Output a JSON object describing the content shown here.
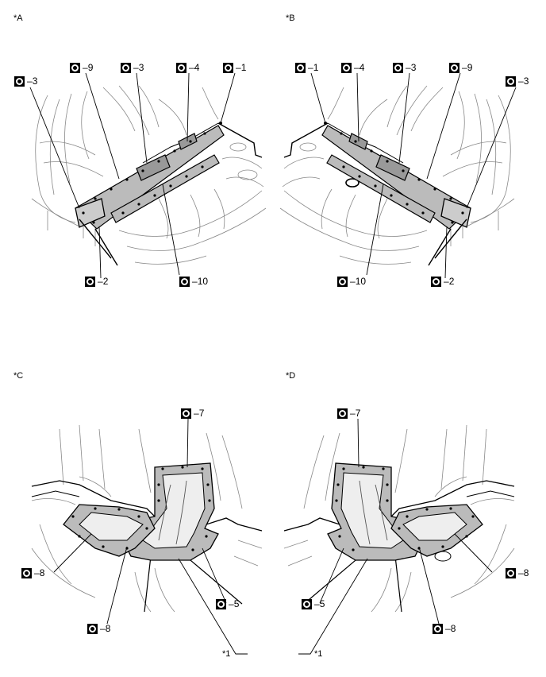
{
  "panels": [
    "*A",
    "*B",
    "*C",
    "*D"
  ],
  "callouts": {
    "a1": "1",
    "a2": "2",
    "a3_left": "3",
    "a3_top": "3",
    "a4": "4",
    "a9": "9",
    "a10": "10",
    "b1": "1",
    "b2": "2",
    "b3_right": "3",
    "b3_top": "3",
    "b4": "4",
    "b9": "9",
    "b10": "10",
    "c5": "5",
    "c7": "7",
    "c8_left": "8",
    "c8_bottom": "8",
    "d5": "5",
    "d7": "7",
    "d8_right": "8",
    "d8_bottom": "8"
  },
  "notes": {
    "c": "*1",
    "d": "*1"
  },
  "icons": {
    "callout_symbol": "black-square-with-ring-icon"
  }
}
